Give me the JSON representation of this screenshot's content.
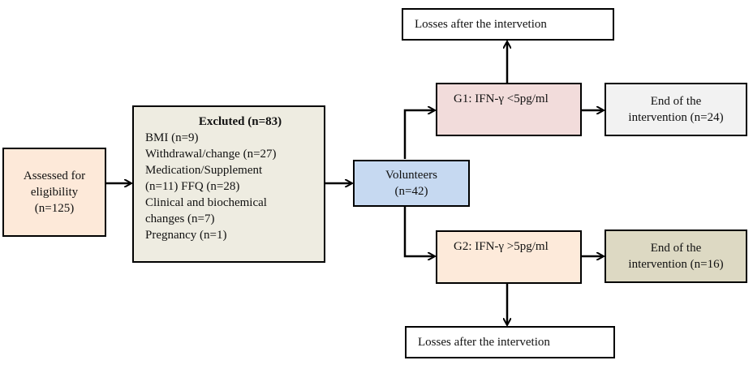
{
  "assessed": {
    "lines": [
      "Assessed for",
      "eligibility",
      "(n=125)"
    ],
    "fill": "#fde9d9"
  },
  "excluded": {
    "title": "Excluted (n=83)",
    "items": [
      "BMI (n=9)",
      "Withdrawal/change (n=27)",
      "Medication/Supplement",
      "(n=11) FFQ (n=28)",
      "Clinical and biochemical",
      "changes (n=7)",
      "Pregnancy (n=1)"
    ],
    "fill": "#eeece1"
  },
  "volunteers": {
    "lines": [
      "Volunteers",
      "(n=42)"
    ],
    "fill": "#c6d9f1"
  },
  "g1": {
    "label": "G1: IFN-γ <5pg/ml",
    "fill": "#f2dcdb"
  },
  "g2": {
    "label": "G2: IFN-γ >5pg/ml",
    "fill": "#fdeada"
  },
  "losses_top": {
    "label": "Losses after the intervetion",
    "fill": "#ffffff"
  },
  "losses_bottom": {
    "label": "Losses after the intervetion",
    "fill": "#ffffff"
  },
  "end_g1": {
    "lines": [
      "End of the",
      "intervention (n=24)"
    ],
    "fill": "#f2f2f2"
  },
  "end_g2": {
    "lines": [
      "End of the",
      "intervention (n=16)"
    ],
    "fill": "#ddd9c3"
  }
}
